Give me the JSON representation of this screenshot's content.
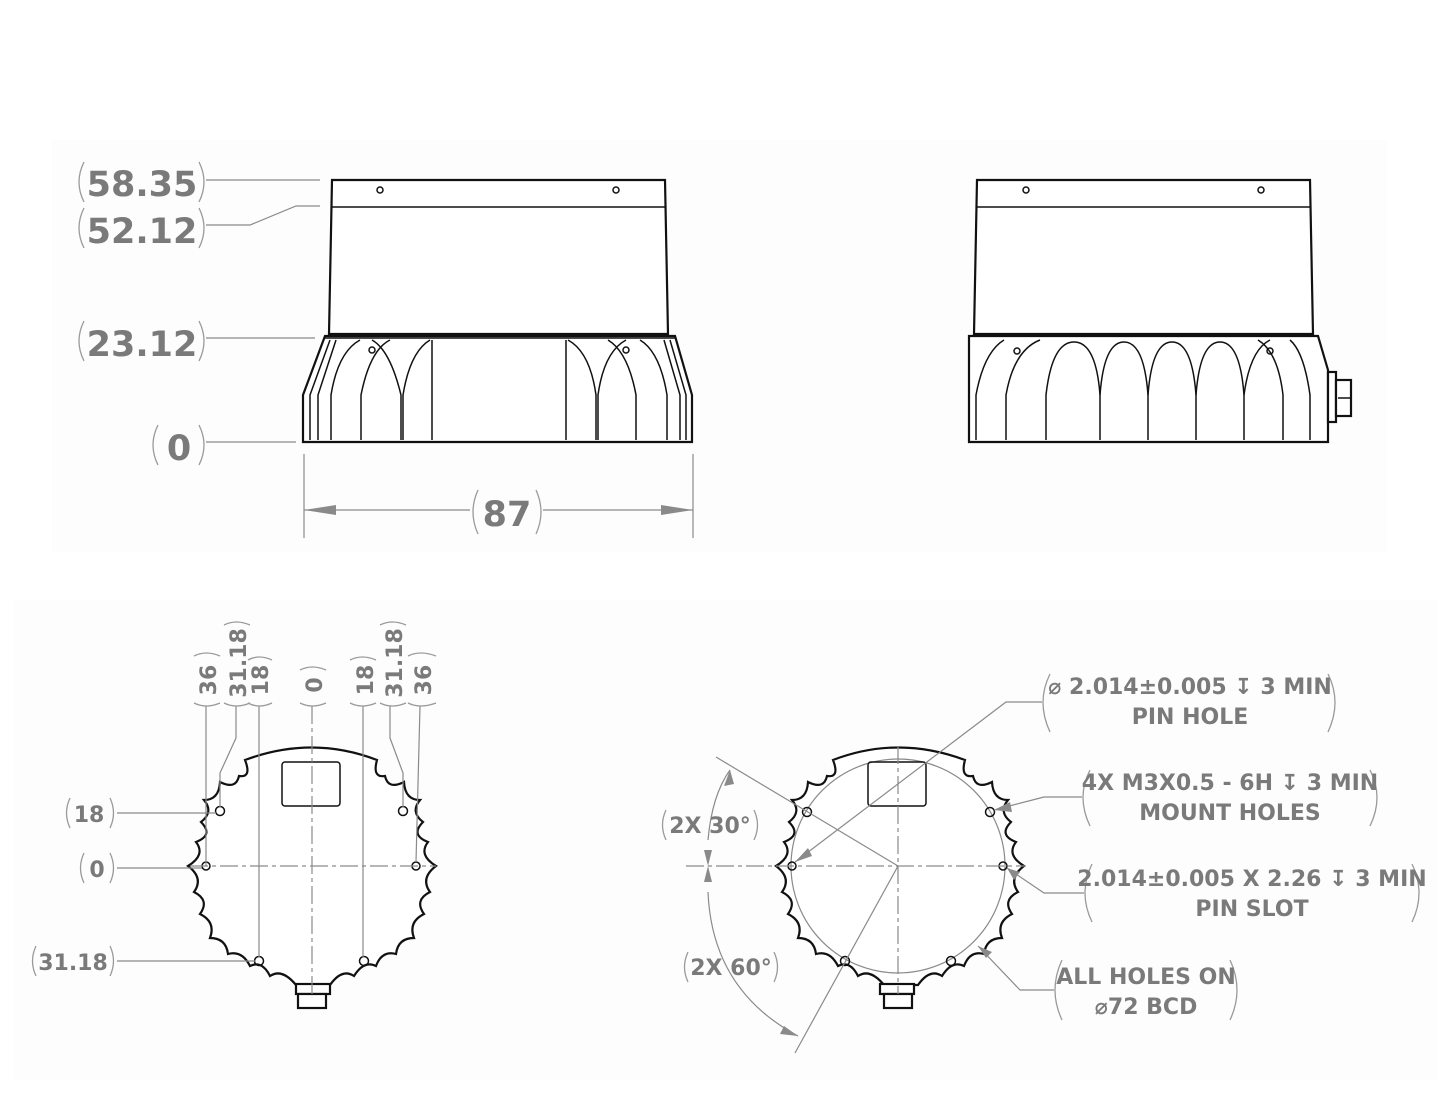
{
  "drawing": {
    "views": [
      {
        "name": "front-elevation",
        "description": "Side view with height dimensions"
      },
      {
        "name": "side-elevation",
        "description": "Side view with connector"
      },
      {
        "name": "bottom-view-coordinates",
        "description": "Bottom view with ordinate dimensions"
      },
      {
        "name": "bottom-view-callouts",
        "description": "Bottom view with hole callouts"
      }
    ],
    "front_elevation": {
      "heights": [
        "58.35",
        "52.12",
        "23.12",
        "0"
      ],
      "width": "87"
    },
    "bottom_view_left": {
      "horizontal_ordinates": [
        "36",
        "31.18",
        "18",
        "0",
        "18",
        "31.18",
        "36"
      ],
      "vertical_ordinates": [
        "18",
        "0",
        "31.18"
      ]
    },
    "bottom_view_right": {
      "angles": [
        "2X 30°",
        "2X 60°"
      ],
      "callouts": [
        {
          "line1": "⌀ 2.014±0.005 ↧ 3 MIN",
          "line2": "PIN HOLE"
        },
        {
          "line1": "4X M3X0.5 - 6H ↧ 3 MIN",
          "line2": "MOUNT HOLES"
        },
        {
          "line1": "2.014±0.005 X 2.26 ↧ 3 MIN",
          "line2": "PIN SLOT"
        },
        {
          "line1": "ALL HOLES ON",
          "line2": "⌀72 BCD"
        }
      ]
    },
    "colors": {
      "dimension_text": "#7a7a7a",
      "outline": "#111111",
      "leader": "#8a8a8a",
      "background": "#ffffff"
    }
  }
}
